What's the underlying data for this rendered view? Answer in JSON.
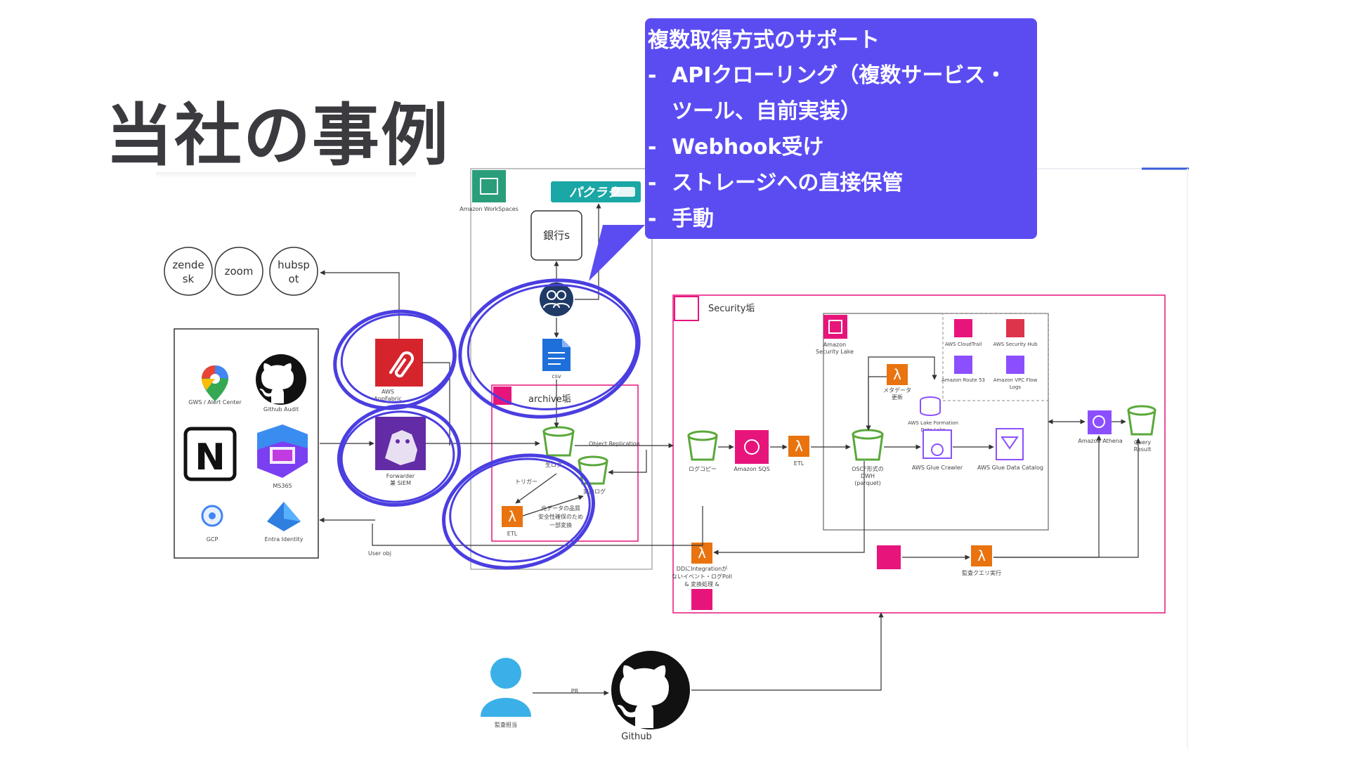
{
  "slide": {
    "title": "当社の事例"
  },
  "callout": {
    "heading": "複数取得方式のサポート",
    "items": [
      "APIクローリング（複数サービス・\nツール、自前実装）",
      "Webhook受け",
      "ストレージへの直接保管",
      "手動"
    ],
    "bullet": "-"
  },
  "diagram": {
    "saas": [
      "zende\nsk",
      "zoom",
      "hubsp\not"
    ],
    "sources": [
      {
        "label": "GWS / Alert Center",
        "icon": "google-maps-icon"
      },
      {
        "label": "Github Audit",
        "icon": "github-icon"
      },
      {
        "label": "",
        "icon": "notion-icon"
      },
      {
        "label": "MS365",
        "icon": "microsoft-365-icon"
      },
      {
        "label": "GCP",
        "icon": "gcp-icon"
      },
      {
        "label": "Entra Identity",
        "icon": "entra-id-icon"
      }
    ],
    "appfabric": "AWS\nAppFabric",
    "forwarder": "Forwarder\n兼 SIEM",
    "workspaces": "Amazon WorkSpaces",
    "bank_tool_logo": "パクラク",
    "bank": "銀行s",
    "csv": "csv",
    "archive": "archive垢",
    "generated": "生ログ",
    "object_replication": "Object Replication",
    "converted_log": "変換ログ",
    "trigger": "トリガー",
    "etl_archive_note": "元データの品質\n安全性確保のため\n一部変換",
    "etl": "ETL",
    "user_obj": "User obj",
    "security": "Security垢",
    "security_lake": "Amazon\nSecurity Lake",
    "cloudtrail": "AWS CloudTrail",
    "security_hub": "AWS Security Hub",
    "route53": "Amazon Route 53",
    "vpc_flow": "Amazon VPC Flow\nLogs",
    "metadata": "メタデータ\n更新",
    "lake_formation": "AWS Lake Formation\nData Lake",
    "log_copy": "ログコピー",
    "sqs": "Amazon SQS",
    "etl2": "ETL",
    "ocsf": "OSCF形式の\nDWH\n(parquet)",
    "glue_crawler": "AWS Glue Crawler",
    "glue_catalog": "AWS Glue Data Catalog",
    "athena": "Amazon Athena",
    "query_result": "Query\nResult",
    "ddi_note": "DDにIntegrationが\nないイベント・ログPoll\n& 変換処理 &\n保存",
    "audit_query": "監査クエリ実行",
    "auditor": "監査担当",
    "pr": "PR",
    "github": "Github"
  },
  "colors": {
    "callout_bg": "#5b4cf2",
    "circle_ink": "#4a3ee0",
    "lambda": "#e8730f",
    "s3": "#5aa83a",
    "security_pink": "#e7157b",
    "appfabric_red": "#d6242d",
    "datadog_purple": "#632ca6",
    "workspaces_green": "#2a9d7a",
    "athena_purple": "#8c4fff"
  }
}
